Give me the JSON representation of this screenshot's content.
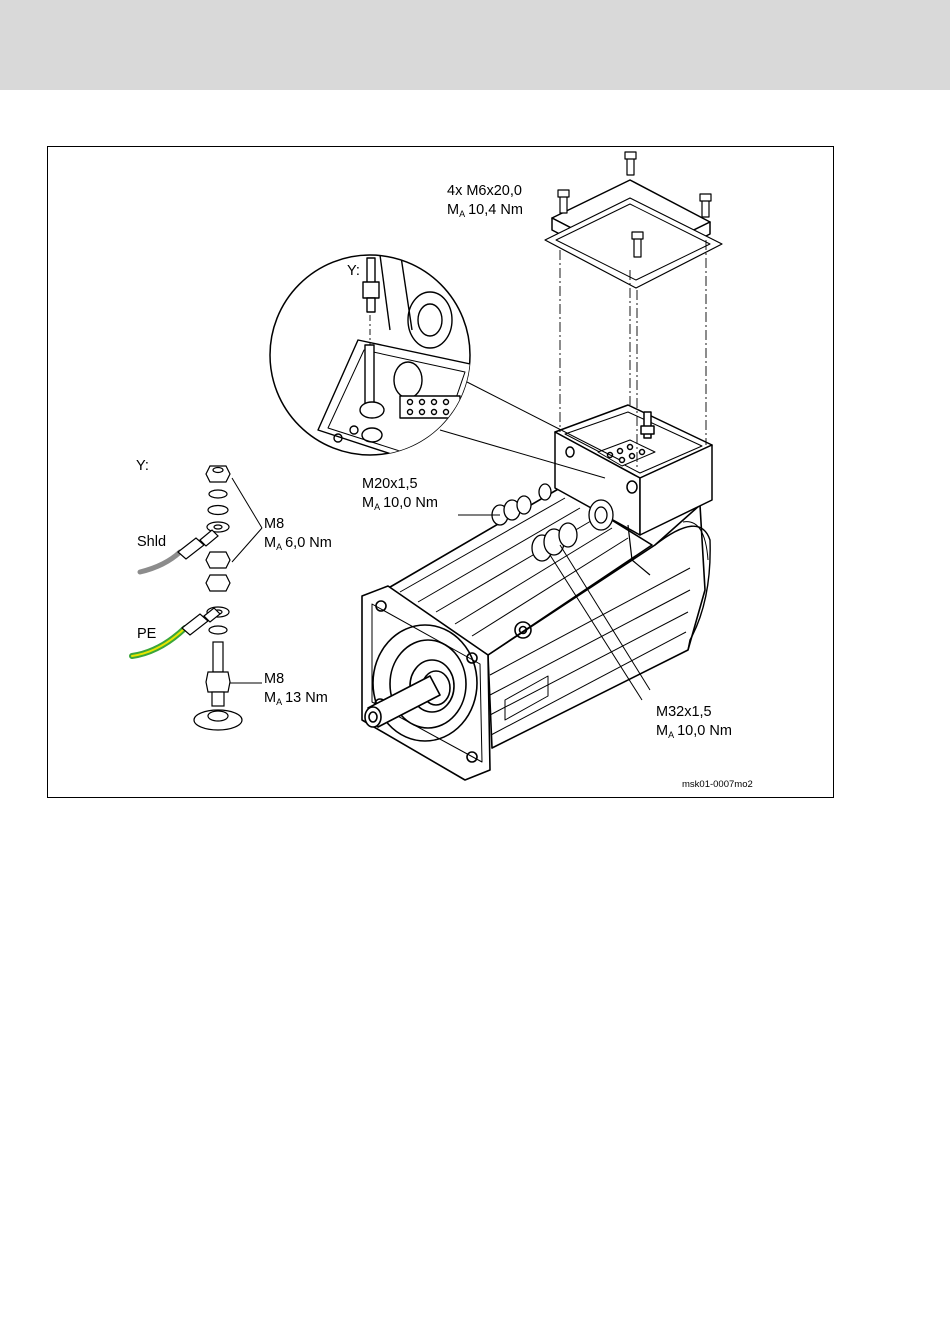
{
  "labels": {
    "cover_screws": "4x M6x20,0",
    "cover_torque_sym": "M",
    "cover_torque_sub": "A",
    "cover_torque_val": "10,4 Nm",
    "detail_y": "Y:",
    "stack_y": "Y:",
    "m20_size": "M20x1,5",
    "m20_torque_sym": "M",
    "m20_torque_sub": "A",
    "m20_torque_val": "10,0 Nm",
    "shld": "Shld",
    "m8_top_size": "M8",
    "m8_top_sym": "M",
    "m8_top_sub": "A",
    "m8_top_val": "6,0 Nm",
    "pe": "PE",
    "m8_bot_size": "M8",
    "m8_bot_sym": "M",
    "m8_bot_sub": "A",
    "m8_bot_val": "13 Nm",
    "m32_size": "M32x1,5",
    "m32_torque_sym": "M",
    "m32_torque_sub": "A",
    "m32_torque_val": "10,0 Nm",
    "figure_code": "msk01-0007mo2"
  },
  "colors": {
    "header_band": "#d9d9d9",
    "shield_cable": "#8c8c8c",
    "pe_green": "#3aa53a",
    "pe_yellow": "#e6e600"
  }
}
